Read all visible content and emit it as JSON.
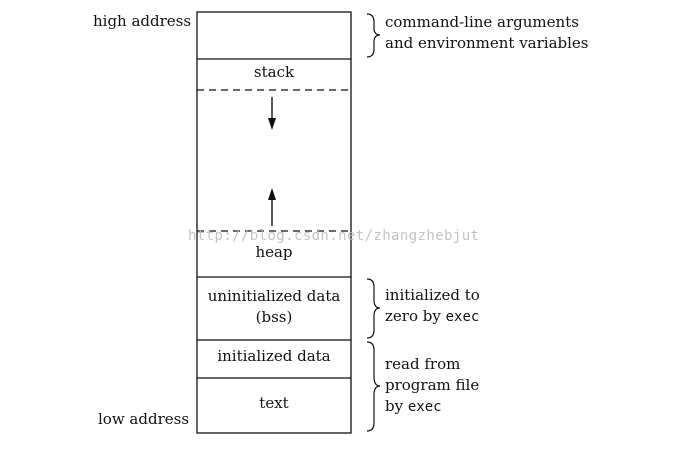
{
  "labels": {
    "high_address": "high address",
    "low_address": "low address"
  },
  "segments": {
    "stack": "stack",
    "heap": "heap",
    "bss_line1": "uninitialized data",
    "bss_line2": "(bss)",
    "initialized_data": "initialized data",
    "text": "text"
  },
  "annotations": {
    "args_line1": "command-line arguments",
    "args_line2": "and environment variables",
    "bss_note_line1": "initialized to",
    "bss_note_line2_prefix": "zero by ",
    "bss_note_line2_code": "exec",
    "file_note_line1": "read from",
    "file_note_line2": "program file",
    "file_note_line3_prefix": "by ",
    "file_note_line3_code": "exec"
  },
  "watermark": "http://blog.csdn.net/zhangzhebjut",
  "colors": {
    "line": "#111111",
    "watermark": "#b9b9b9"
  }
}
